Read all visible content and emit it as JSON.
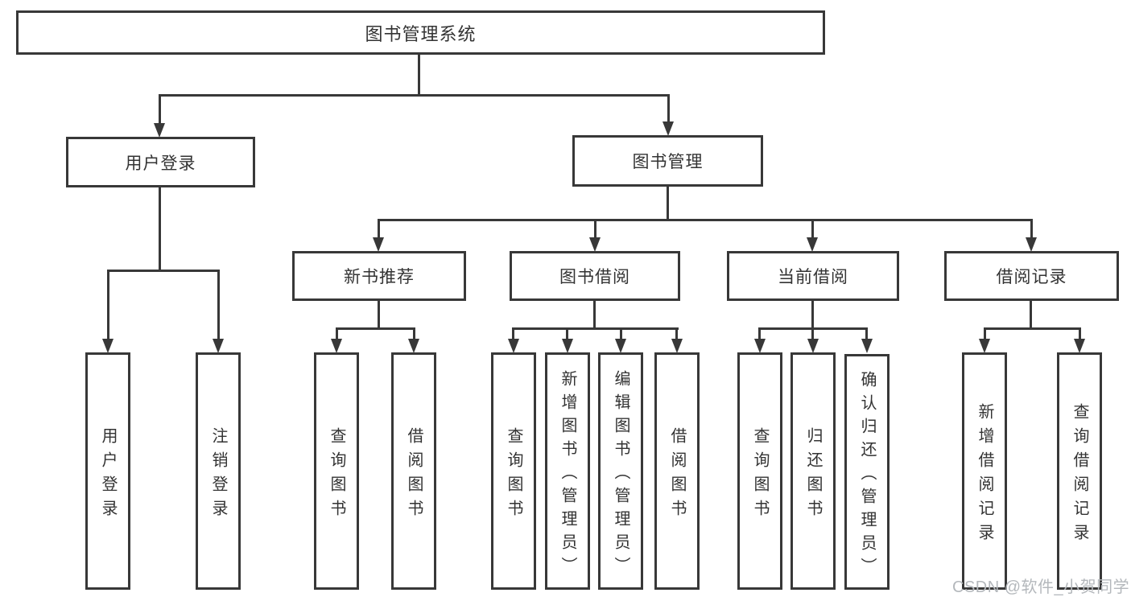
{
  "tree": {
    "root": "图书管理系统",
    "level2": {
      "login": "用户登录",
      "management": "图书管理"
    },
    "level3": {
      "recommend": "新书推荐",
      "borrow": "图书借阅",
      "current": "当前借阅",
      "records": "借阅记录"
    },
    "leaves": {
      "login": [
        "用户登录",
        "注销登录"
      ],
      "recommend": [
        "查询图书",
        "借阅图书"
      ],
      "borrow": [
        "查询图书",
        "新增图书（管理员）",
        "编辑图书（管理员）",
        "借阅图书"
      ],
      "current": [
        "查询图书",
        "归还图书",
        "确认归还（管理员）"
      ],
      "records": [
        "新增借阅记录",
        "查询借阅记录"
      ]
    }
  },
  "watermark": "CSDN @软件_小贺同学",
  "colors": {
    "line": "#383838",
    "text": "#333333",
    "watermark": "#b4b8bc"
  }
}
